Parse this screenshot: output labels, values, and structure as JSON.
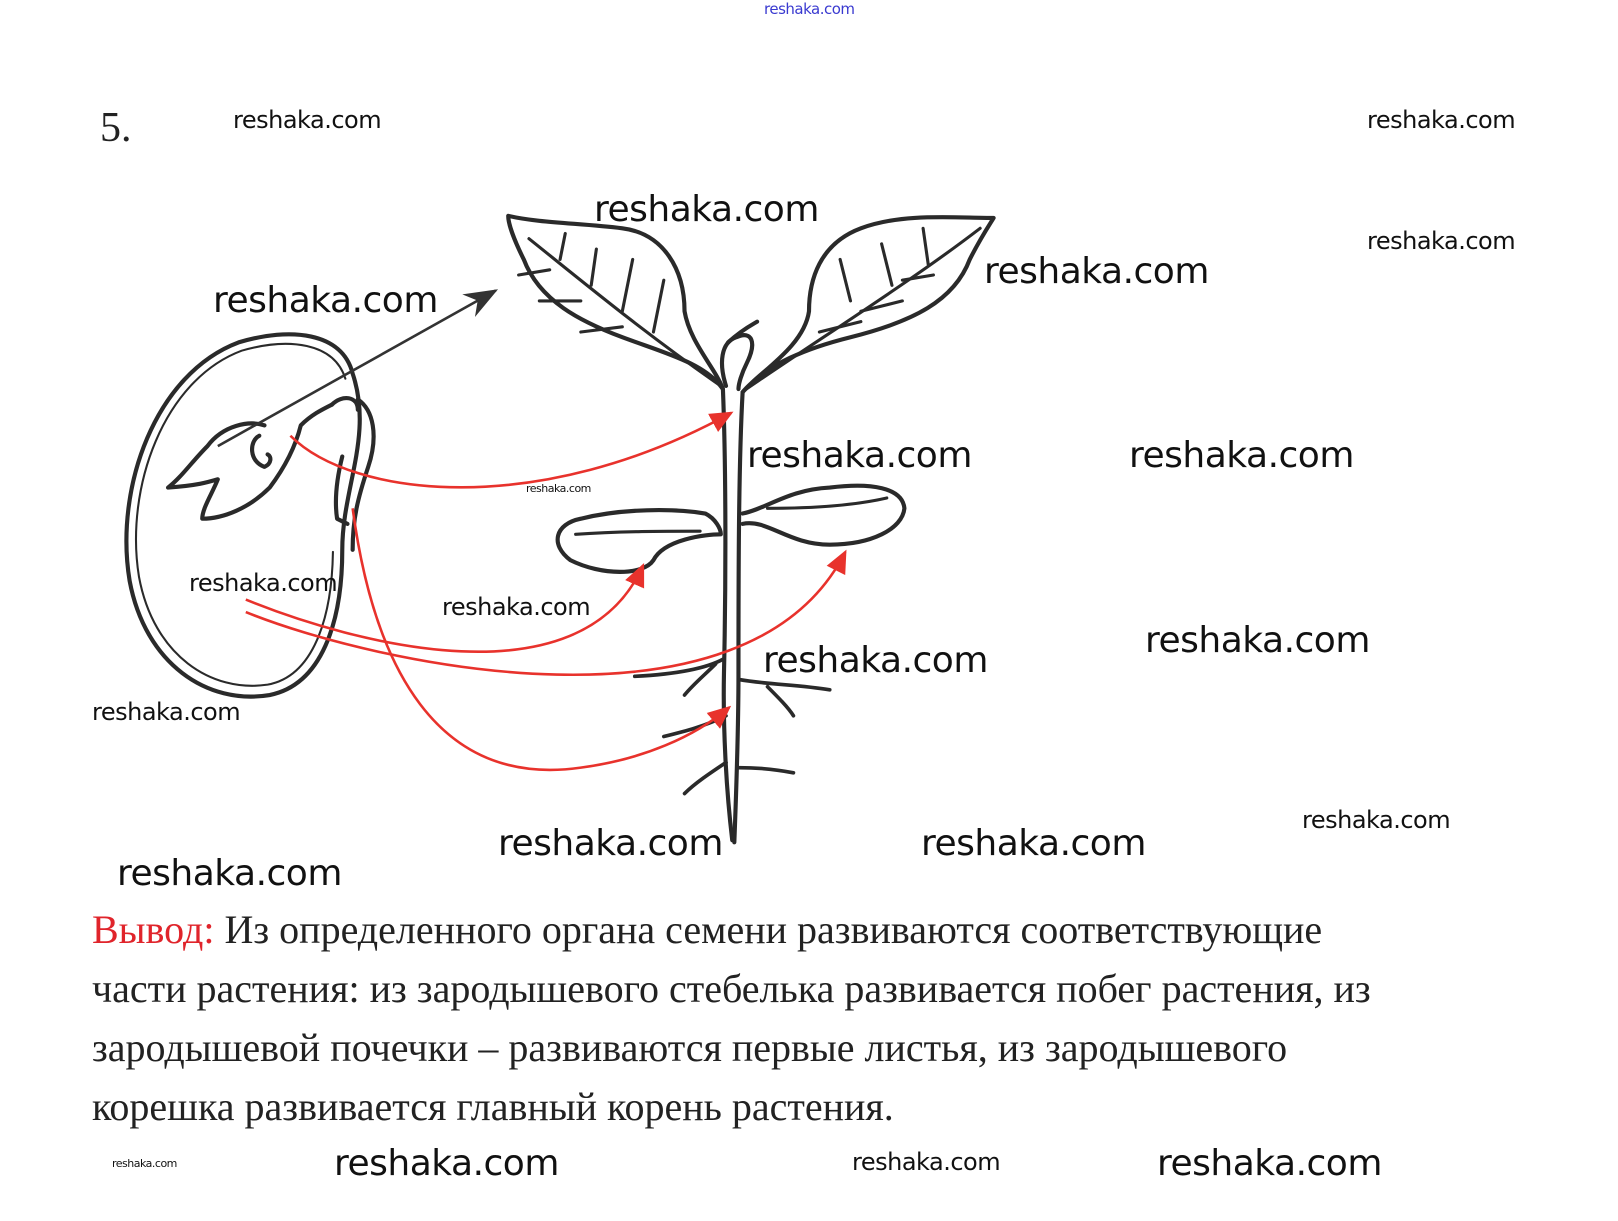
{
  "task_number": "5.",
  "conclusion": {
    "label": "Вывод:",
    "lines": [
      " Из определенного органа семени развиваются соответствующие",
      "части растения: из зародышевого стебелька развивается побег растения, из",
      "зародышевой почечки – развиваются первые листья, из зародышевого",
      "корешка развивается главный корень растения."
    ]
  },
  "watermarks": [
    "reshaka.com",
    "reshaka.com",
    "reshaka.com",
    "reshaka.com",
    "reshaka.com",
    "reshaka.com",
    "reshaka.com",
    "reshaka.com",
    "reshaka.com",
    "reshaka.com",
    "reshaka.com",
    "reshaka.com",
    "reshaka.com",
    "reshaka.com",
    "reshaka.com",
    "reshaka.com",
    "reshaka.com",
    "reshaka.com",
    "reshaka.com",
    "reshaka.com",
    "reshaka.com",
    "reshaka.com",
    "reshaka.com"
  ],
  "colors": {
    "arrow": "#e8322c",
    "outline": "#2a2a2a",
    "label": "#e0242b"
  }
}
